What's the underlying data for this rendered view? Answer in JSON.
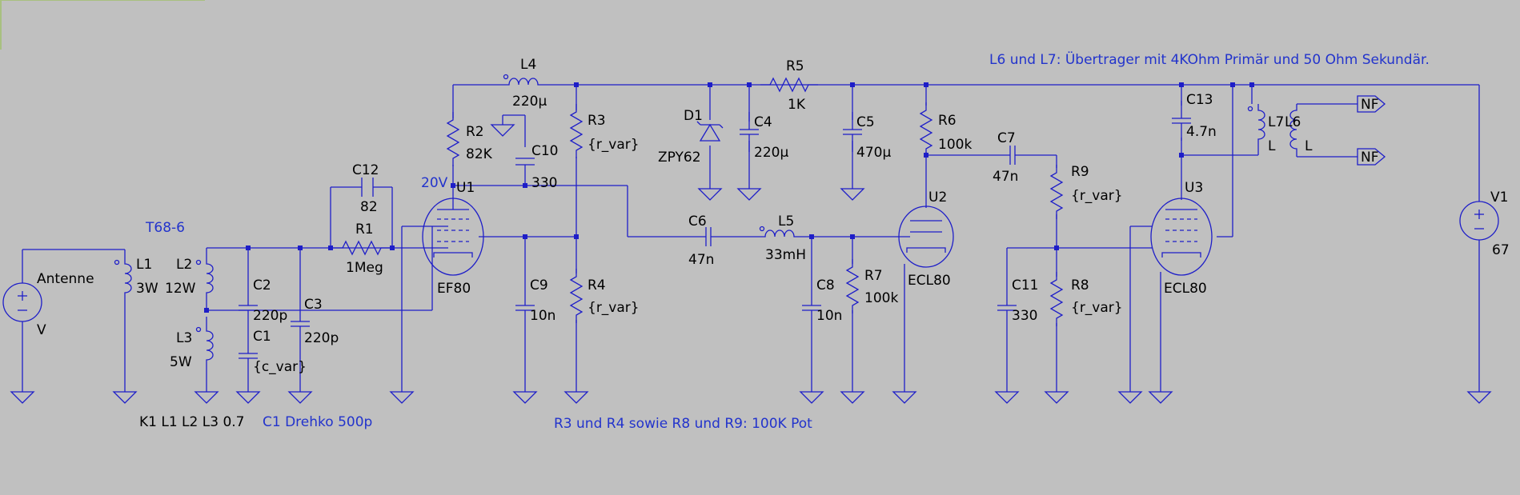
{
  "notes": {
    "transformer": "L6 und L7: Übertrager mit 4KOhm Primär und 50 Ohm Sekundär.",
    "coupling": "K1 L1 L2 L3 0.7",
    "drehko": "C1 Drehko 500p",
    "pots": "R3 und R4 sowie R8 und R9: 100K Pot",
    "core": "T68-6",
    "voltage_20": "20V"
  },
  "components": {
    "antenna": {
      "name": "Antenne",
      "value": "V"
    },
    "L1": {
      "name": "L1",
      "value": "3W"
    },
    "L2": {
      "name": "L2",
      "value": "12W"
    },
    "L3": {
      "name": "L3",
      "value": "5W"
    },
    "C1": {
      "name": "C1",
      "value": "{c_var}"
    },
    "C2": {
      "name": "C2",
      "value": "220p"
    },
    "C3": {
      "name": "C3",
      "value": "220p"
    },
    "C12": {
      "name": "C12",
      "value": "82"
    },
    "R1": {
      "name": "R1",
      "value": "1Meg"
    },
    "U1": {
      "name": "U1",
      "value": "EF80"
    },
    "R2": {
      "name": "R2",
      "value": "82K"
    },
    "C10": {
      "name": "C10",
      "value": "330"
    },
    "L4": {
      "name": "L4",
      "value": "220µ"
    },
    "R3": {
      "name": "R3",
      "value": "{r_var}"
    },
    "R4": {
      "name": "R4",
      "value": "{r_var}"
    },
    "C9": {
      "name": "C9",
      "value": "10n"
    },
    "D1": {
      "name": "D1",
      "value": "ZPY62"
    },
    "C4": {
      "name": "C4",
      "value": "220µ"
    },
    "R5": {
      "name": "R5",
      "value": "1K"
    },
    "C5": {
      "name": "C5",
      "value": "470µ"
    },
    "C6": {
      "name": "C6",
      "value": "47n"
    },
    "L5": {
      "name": "L5",
      "value": "33mH"
    },
    "C8": {
      "name": "C8",
      "value": "10n"
    },
    "R7": {
      "name": "R7",
      "value": "100k"
    },
    "R6": {
      "name": "R6",
      "value": "100k"
    },
    "U2": {
      "name": "U2",
      "value": "ECL80"
    },
    "C7": {
      "name": "C7",
      "value": "47n"
    },
    "R9": {
      "name": "R9",
      "value": "{r_var}"
    },
    "R8": {
      "name": "R8",
      "value": "{r_var}"
    },
    "C11": {
      "name": "C11",
      "value": "330"
    },
    "C13": {
      "name": "C13",
      "value": "4.7n"
    },
    "U3": {
      "name": "U3",
      "value": "ECL80"
    },
    "L7": {
      "name": "L7",
      "value": "L"
    },
    "L6": {
      "name": "L6",
      "value": "L"
    },
    "V1": {
      "name": "V1",
      "value": "67"
    }
  },
  "outputs": {
    "nf1": "NF",
    "nf2": "NF"
  }
}
